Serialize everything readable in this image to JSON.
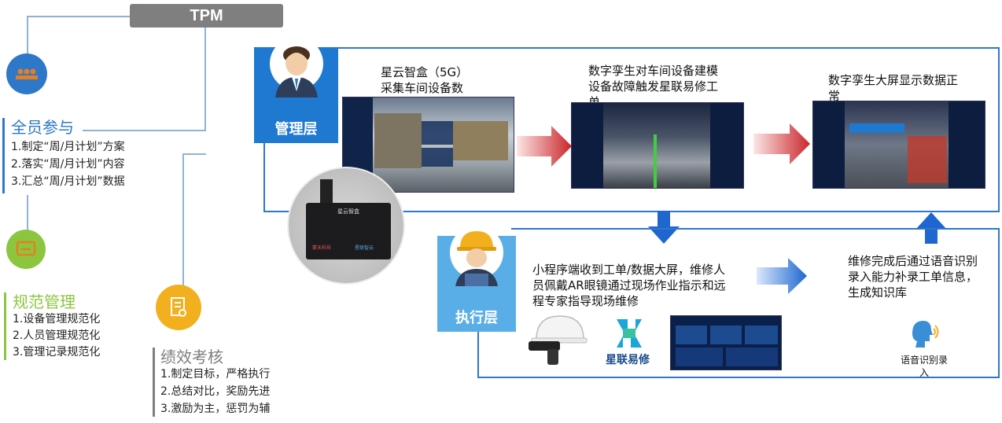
{
  "tpm": {
    "label": "TPM"
  },
  "left": {
    "participation": {
      "title": "全员参与",
      "items": [
        "1.制定“周/月计划”方案",
        "2.落实“周/月计划”内容",
        "3.汇总“周/月计划”数据"
      ]
    },
    "standard": {
      "title": "规范管理",
      "items": [
        "1.设备管理规范化",
        "2.人员管理规范化",
        "3.管理记录规范化"
      ]
    },
    "performance": {
      "title": "绩效考核",
      "items": [
        "1.制定目标，严格执行",
        "2.总结对比，奖励先进",
        "3.激励为主，惩罚为辅"
      ]
    }
  },
  "management": {
    "label": "管理层",
    "step1": "星云智盒（5G）\n采集车间设备数",
    "step2": "数字孪生对车间设备建模\n设备故障触发星联易修工\n单",
    "step3": "数字孪生大屏显示数据正\n常"
  },
  "device": {
    "name": "星云智盒",
    "brand_left": "蒙未科技",
    "brand_right": "星联智云"
  },
  "execution": {
    "label": "执行层",
    "desc": "小程序端收到工单/数据大屏，维修人\n员佩戴AR眼镜通过现场作业指示和远\n程专家指导现场维修",
    "result": "维修完成后通过语音识别\n录入能力补录工单信息，\n生成知识库",
    "logo_text": "星联易修",
    "voice_label": "语音识别录\n入"
  },
  "colors": {
    "blue": "#2e78c9",
    "role_blue": "#1f79d1",
    "exec_blue": "#5aaee8",
    "red_arrow": "#c9262b",
    "gray": "#7f7f7f",
    "line": "#8fb3d6"
  }
}
